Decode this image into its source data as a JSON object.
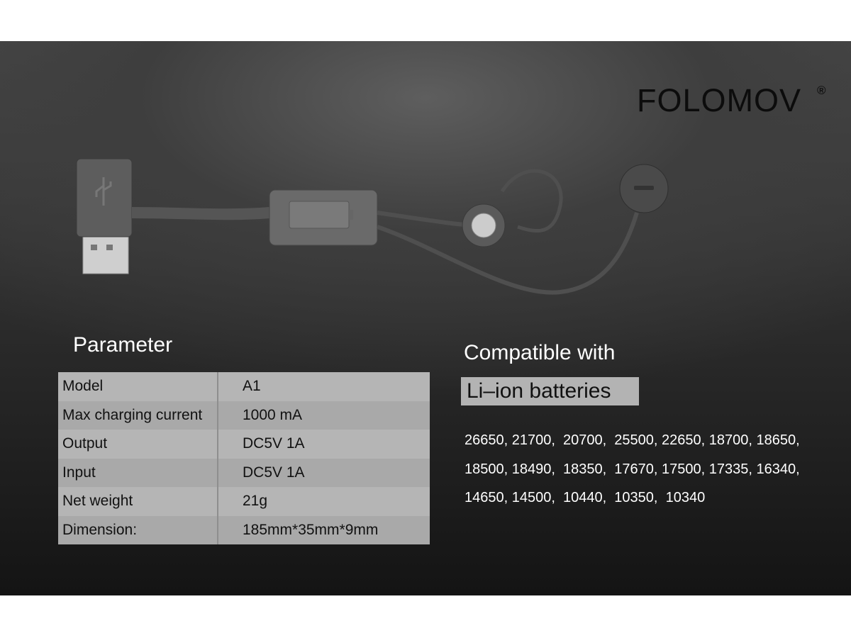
{
  "brand": {
    "logo": "FOLOMOV",
    "registered_mark": "®"
  },
  "parameter": {
    "title": "Parameter",
    "rows": [
      {
        "label": "Model",
        "value": "A1"
      },
      {
        "label": "Max charging current",
        "value": "1000 mA"
      },
      {
        "label": "Output",
        "value": "DC5V  1A"
      },
      {
        "label": "Input",
        "value": "DC5V  1A"
      },
      {
        "label": "Net weight",
        "value": "21g"
      },
      {
        "label": "Dimension:",
        "value": "185mm*35mm*9mm"
      }
    ]
  },
  "compatible": {
    "title": "Compatible with",
    "type_label": "Li–ion batteries",
    "lines": [
      "26650, 21700,  20700,  25500, 22650, 18700, 18650,",
      "18500, 18490,  18350,  17670, 17500, 17335, 16340,",
      "14650, 14500,  10440,  10350,  10340"
    ]
  }
}
